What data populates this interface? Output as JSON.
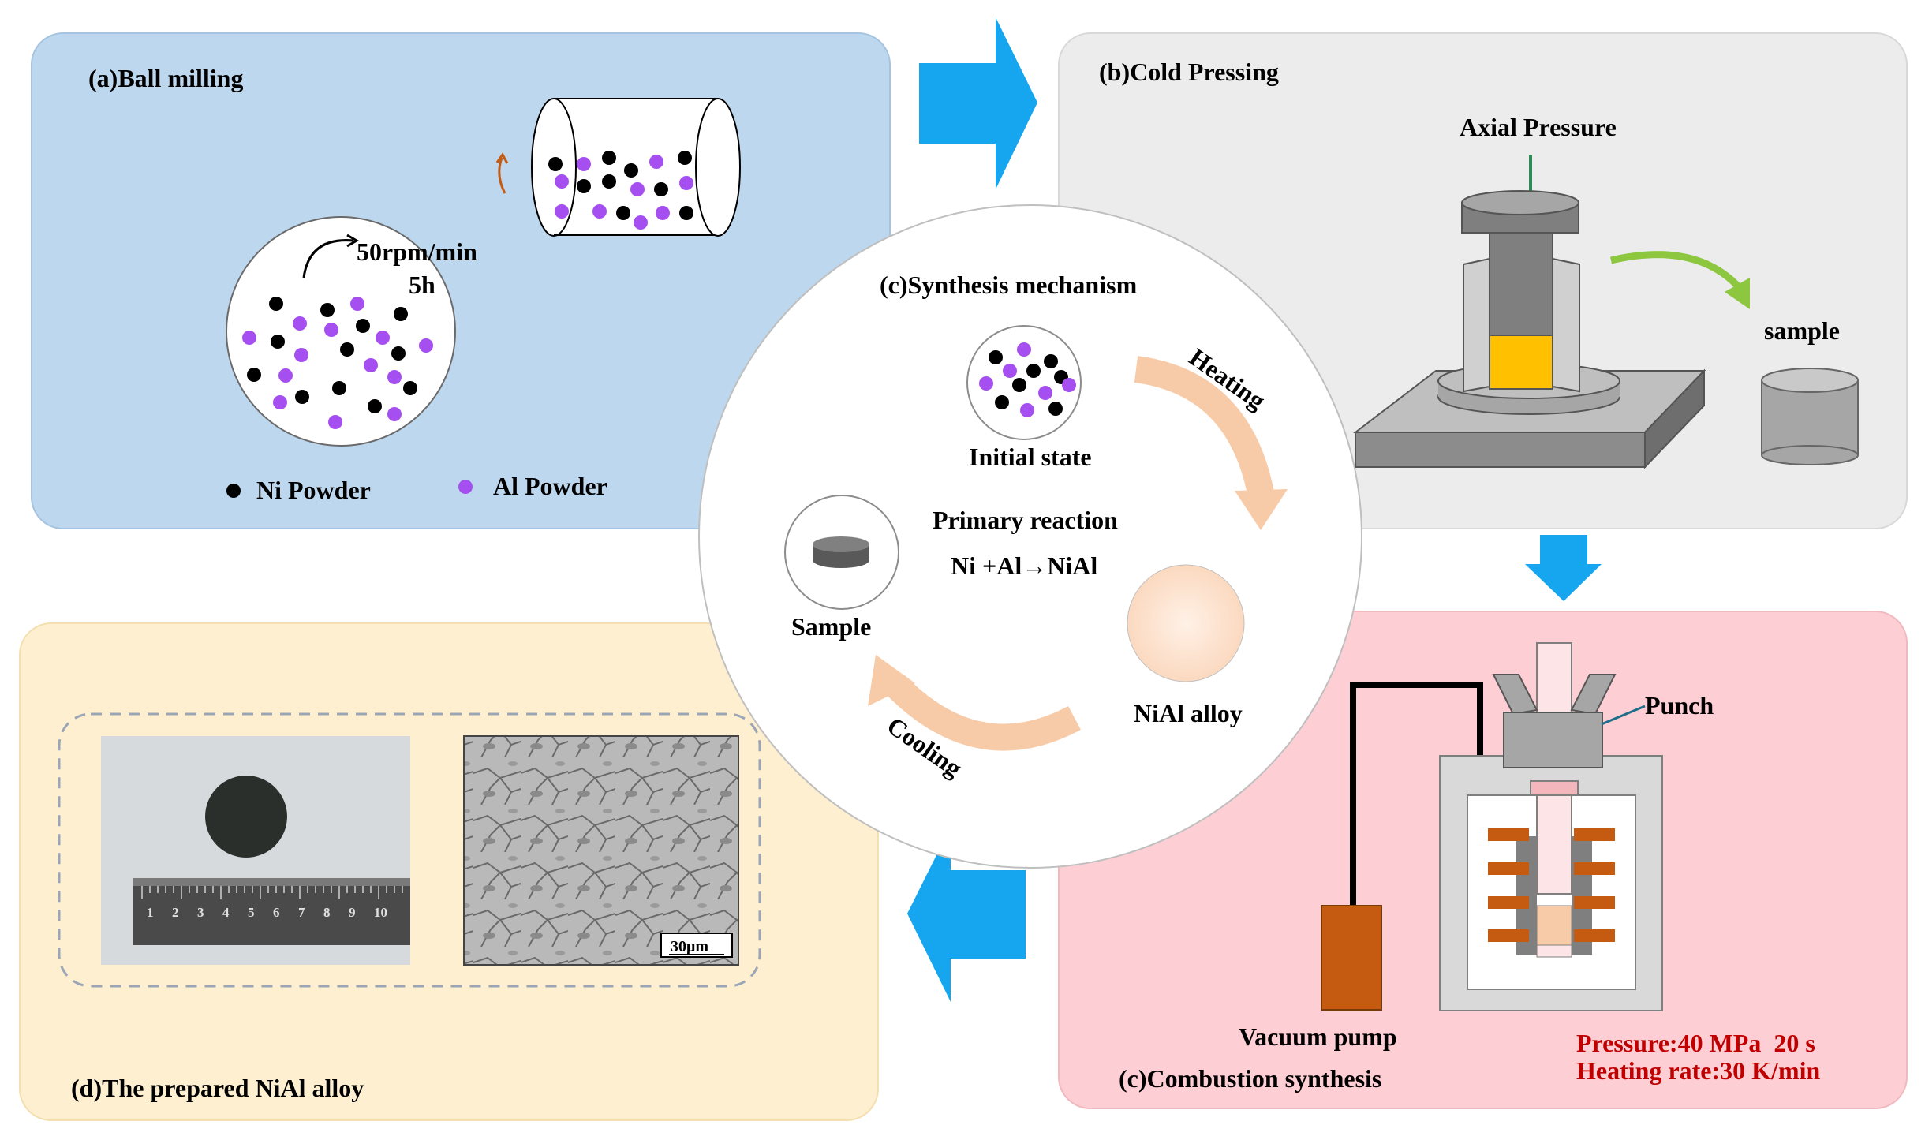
{
  "panel_a": {
    "title": "(a)Ball milling",
    "speed": "50rpm/min",
    "time": "5h",
    "legend_ni": "Ni Powder",
    "legend_al": "Al Powder"
  },
  "panel_b": {
    "title": "(b)Cold Pressing",
    "axial_pressure": "Axial Pressure",
    "sample": "sample"
  },
  "panel_center": {
    "title": "(c)Synthesis mechanism",
    "initial_state": "Initial state",
    "heating": "Heating",
    "primary_reaction": "Primary reaction",
    "equation": "Ni +Al→NiAl",
    "nial_alloy": "NiAl alloy",
    "sample": "Sample",
    "cooling": "Cooling"
  },
  "panel_c": {
    "title": "(c)Combustion synthesis",
    "punch": "Punch",
    "vacuum_pump": "Vacuum pump",
    "pressure": "Pressure:40 MPa  20 s",
    "heating_rate": "Heating rate:30 K/min"
  },
  "panel_d": {
    "title": "(d)The prepared NiAl alloy",
    "ruler_numbers": [
      "1",
      "2",
      "3",
      "4",
      "5",
      "6",
      "7",
      "8",
      "9",
      "10"
    ],
    "scale_bar": "30μm"
  },
  "colors": {
    "panel_a_bg": "#bdd7ee",
    "panel_b_bg": "#ececec",
    "panel_c_bg": "#fdcfd4",
    "panel_d_bg": "#fdefcf",
    "arrow_blue": "#16a6ef",
    "ni": "#000000",
    "al": "#a64ff0",
    "red_text": "#c00000",
    "heating_arrow": "#f8cba8",
    "green_arrow": "#8dc63f",
    "copper": "#c55a11",
    "yellow_powder": "#ffc000"
  }
}
